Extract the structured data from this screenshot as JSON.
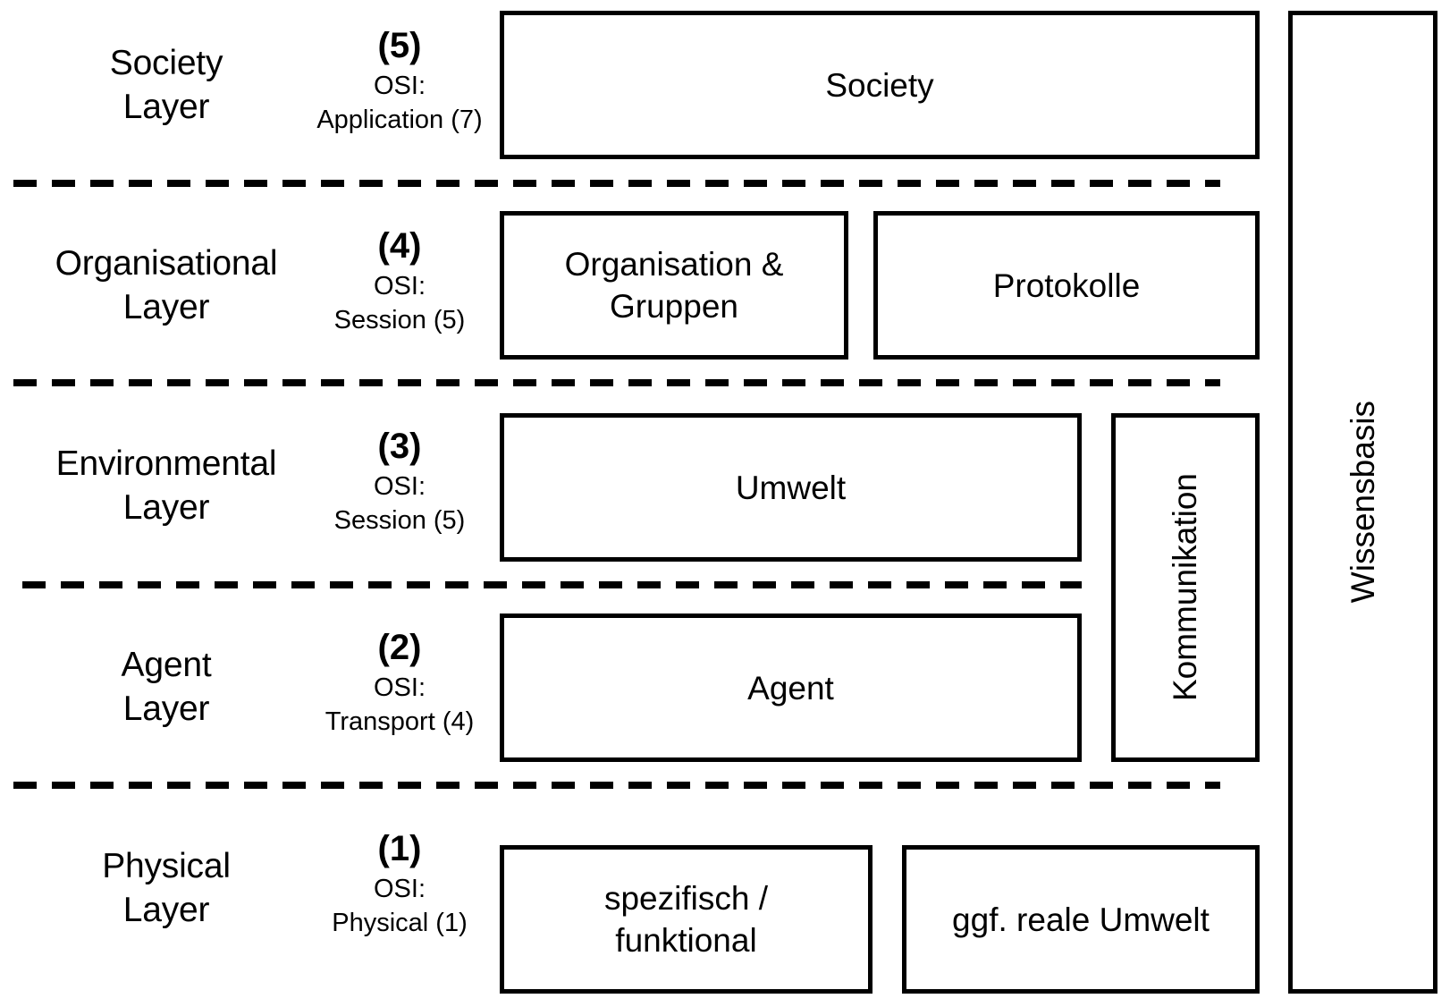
{
  "diagram": {
    "title": "Layered multi-agent system architecture with OSI mapping",
    "background_color": "#ffffff",
    "line_color": "#000000"
  },
  "layers": [
    {
      "name_line1": "Society",
      "name_line2": "Layer",
      "number": "(5)",
      "osi_label": "OSI:",
      "osi_value": "Application (7)",
      "boxes": [
        {
          "label": "Society"
        }
      ]
    },
    {
      "name_line1": "Organisational",
      "name_line2": "Layer",
      "number": "(4)",
      "osi_label": "OSI:",
      "osi_value": "Session (5)",
      "boxes": [
        {
          "label_line1": "Organisation &",
          "label_line2": "Gruppen"
        },
        {
          "label": "Protokolle"
        }
      ]
    },
    {
      "name_line1": "Environmental",
      "name_line2": "Layer",
      "number": "(3)",
      "osi_label": "OSI:",
      "osi_value": "Session (5)",
      "boxes": [
        {
          "label": "Umwelt"
        }
      ]
    },
    {
      "name_line1": "Agent",
      "name_line2": "Layer",
      "number": "(2)",
      "osi_label": "OSI:",
      "osi_value": "Transport (4)",
      "boxes": [
        {
          "label": "Agent"
        }
      ]
    },
    {
      "name_line1": "Physical",
      "name_line2": "Layer",
      "number": "(1)",
      "osi_label": "OSI:",
      "osi_value": "Physical (1)",
      "boxes": [
        {
          "label_line1": "spezifisch /",
          "label_line2": "funktional"
        },
        {
          "label": "ggf. reale Umwelt"
        }
      ]
    }
  ],
  "spanning_boxes": {
    "communication": {
      "label": "Kommunikation",
      "orientation": "vertical"
    },
    "knowledge_base": {
      "label": "Wissensbasis",
      "orientation": "vertical"
    }
  }
}
